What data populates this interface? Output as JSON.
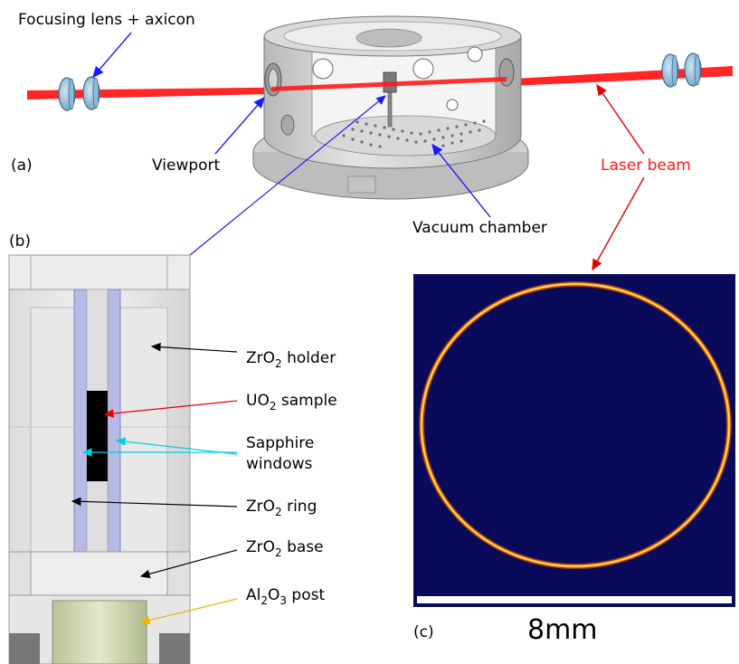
{
  "panels": {
    "a": "(a)",
    "b": "(b)",
    "c": "(c)"
  },
  "labels": {
    "focusing": "Focusing lens + axicon",
    "viewport": "Viewport",
    "laser_beam": "Laser beam",
    "vacuum_chamber": "Vacuum chamber",
    "zro2_holder": {
      "pre": "ZrO",
      "sub": "2",
      "post": " holder"
    },
    "uo2_sample": {
      "pre": "UO",
      "sub": "2",
      "post": " sample"
    },
    "sapphire_1": "Sapphire",
    "sapphire_2": "windows",
    "zro2_ring": {
      "pre": "ZrO",
      "sub": "2",
      "post": " ring"
    },
    "zro2_base": {
      "pre": "ZrO",
      "sub": "2",
      "post": " base"
    },
    "al2o3_post": {
      "pre": "Al",
      "sub": "2",
      "mid": "O",
      "sub2": "3",
      "post": " post"
    }
  },
  "scale_bar": "8mm",
  "colors": {
    "laser": "#ff1a1a",
    "arrow_blue": "#1a1aff",
    "arrow_black": "#000000",
    "arrow_red": "#e60000",
    "arrow_cyan": "#00d0e0",
    "arrow_orange": "#f0b400",
    "ring_image_bg": "#0a0a5a",
    "ring": "#ffb020"
  }
}
